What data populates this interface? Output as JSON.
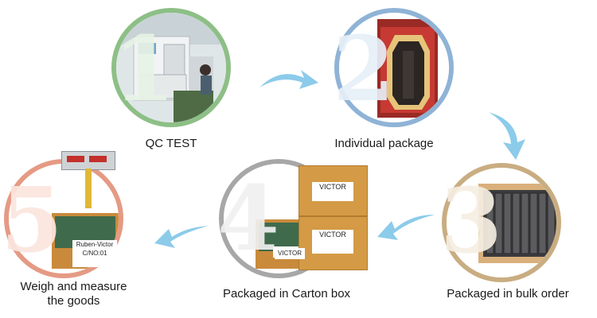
{
  "steps": [
    {
      "number": "1",
      "label": "QC TEST",
      "ring_color": "#8dbf86"
    },
    {
      "number": "2",
      "label": "Individual package",
      "ring_color": "#8fb3d6"
    },
    {
      "number": "3",
      "label": "Packaged in bulk order",
      "ring_color": "#c9ad82"
    },
    {
      "number": "4",
      "label": "Packaged in Carton box",
      "ring_color": "#a7a7a7"
    },
    {
      "number": "5",
      "label_line1": "Weigh and measure",
      "label_line2": "the goods",
      "ring_color": "#e59a84"
    }
  ],
  "box_labels": {
    "victor_top": "VICTOR",
    "victor_front": "VICTOR",
    "ruben_victor": "Ruben-Victor",
    "cno": "C/NO:01",
    "victor_small": "VICTOR"
  },
  "arrow_color": "#8ccbea"
}
